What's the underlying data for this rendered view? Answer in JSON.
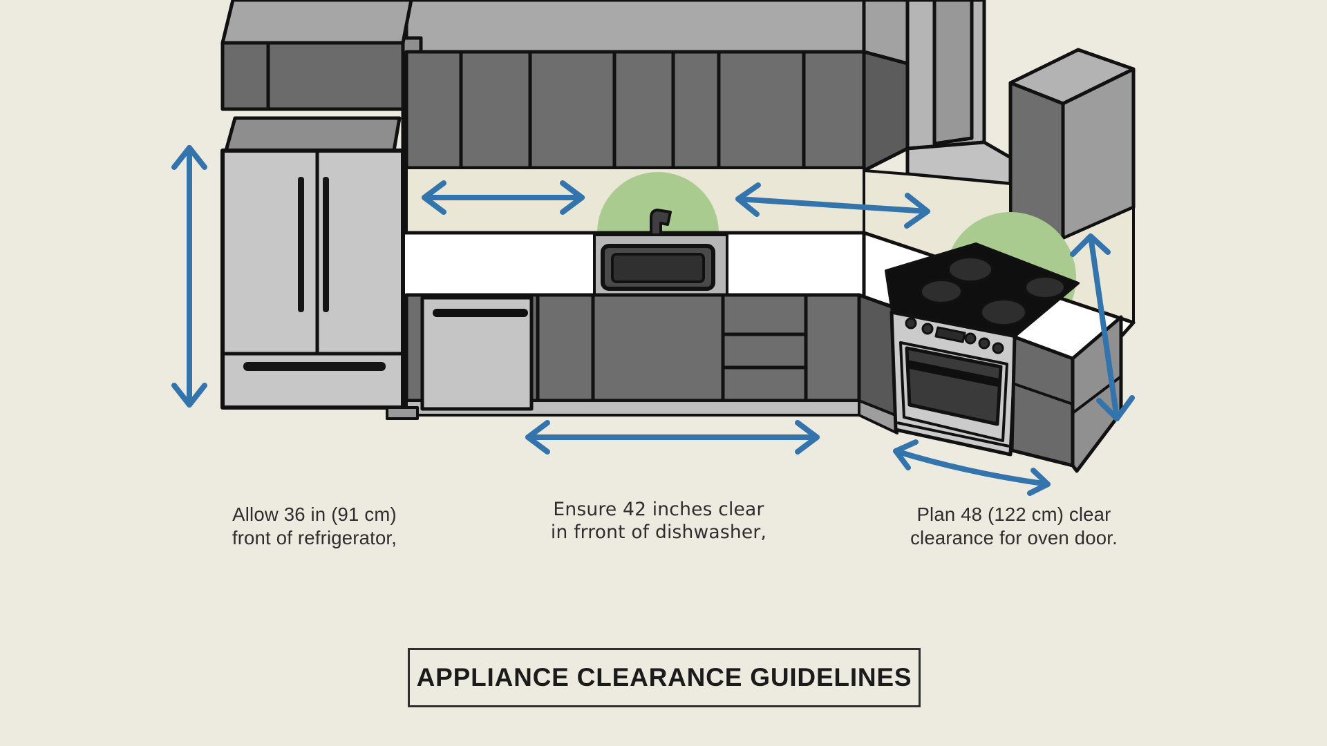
{
  "figure": {
    "title": "APPLIANCE CLEARANCE GUIDELINES",
    "annotations": [
      {
        "appliance": "refrigerator",
        "line1": "Allow 36 in (91 cm)",
        "line2": "front of refrigerator,"
      },
      {
        "appliance": "dishwasher",
        "line1": "Ensure 42 inches clear",
        "line2": "in frront of dishwasher,"
      },
      {
        "appliance": "oven",
        "line1": "Plan 48 (122 cm) clear",
        "line2": "clearance for oven door."
      }
    ]
  },
  "scene": {
    "appliances": [
      "refrigerator",
      "dishwasher",
      "sink",
      "range-oven",
      "range-hood"
    ]
  },
  "colors": {
    "background": "#EDEAE0",
    "backsplash": "#EBE7D7",
    "counter": "#FFFFFF",
    "cabinet_dark": "#6E6E6E",
    "cabinet_top_band": "#A9A9A9",
    "fridge_body": "#C7C7C7",
    "highlight_green": "#A9CB90",
    "arrow_blue": "#3474AD",
    "cooktop_black": "#0F0F0F",
    "outline": "#111111",
    "text": "#2D2D2D"
  }
}
